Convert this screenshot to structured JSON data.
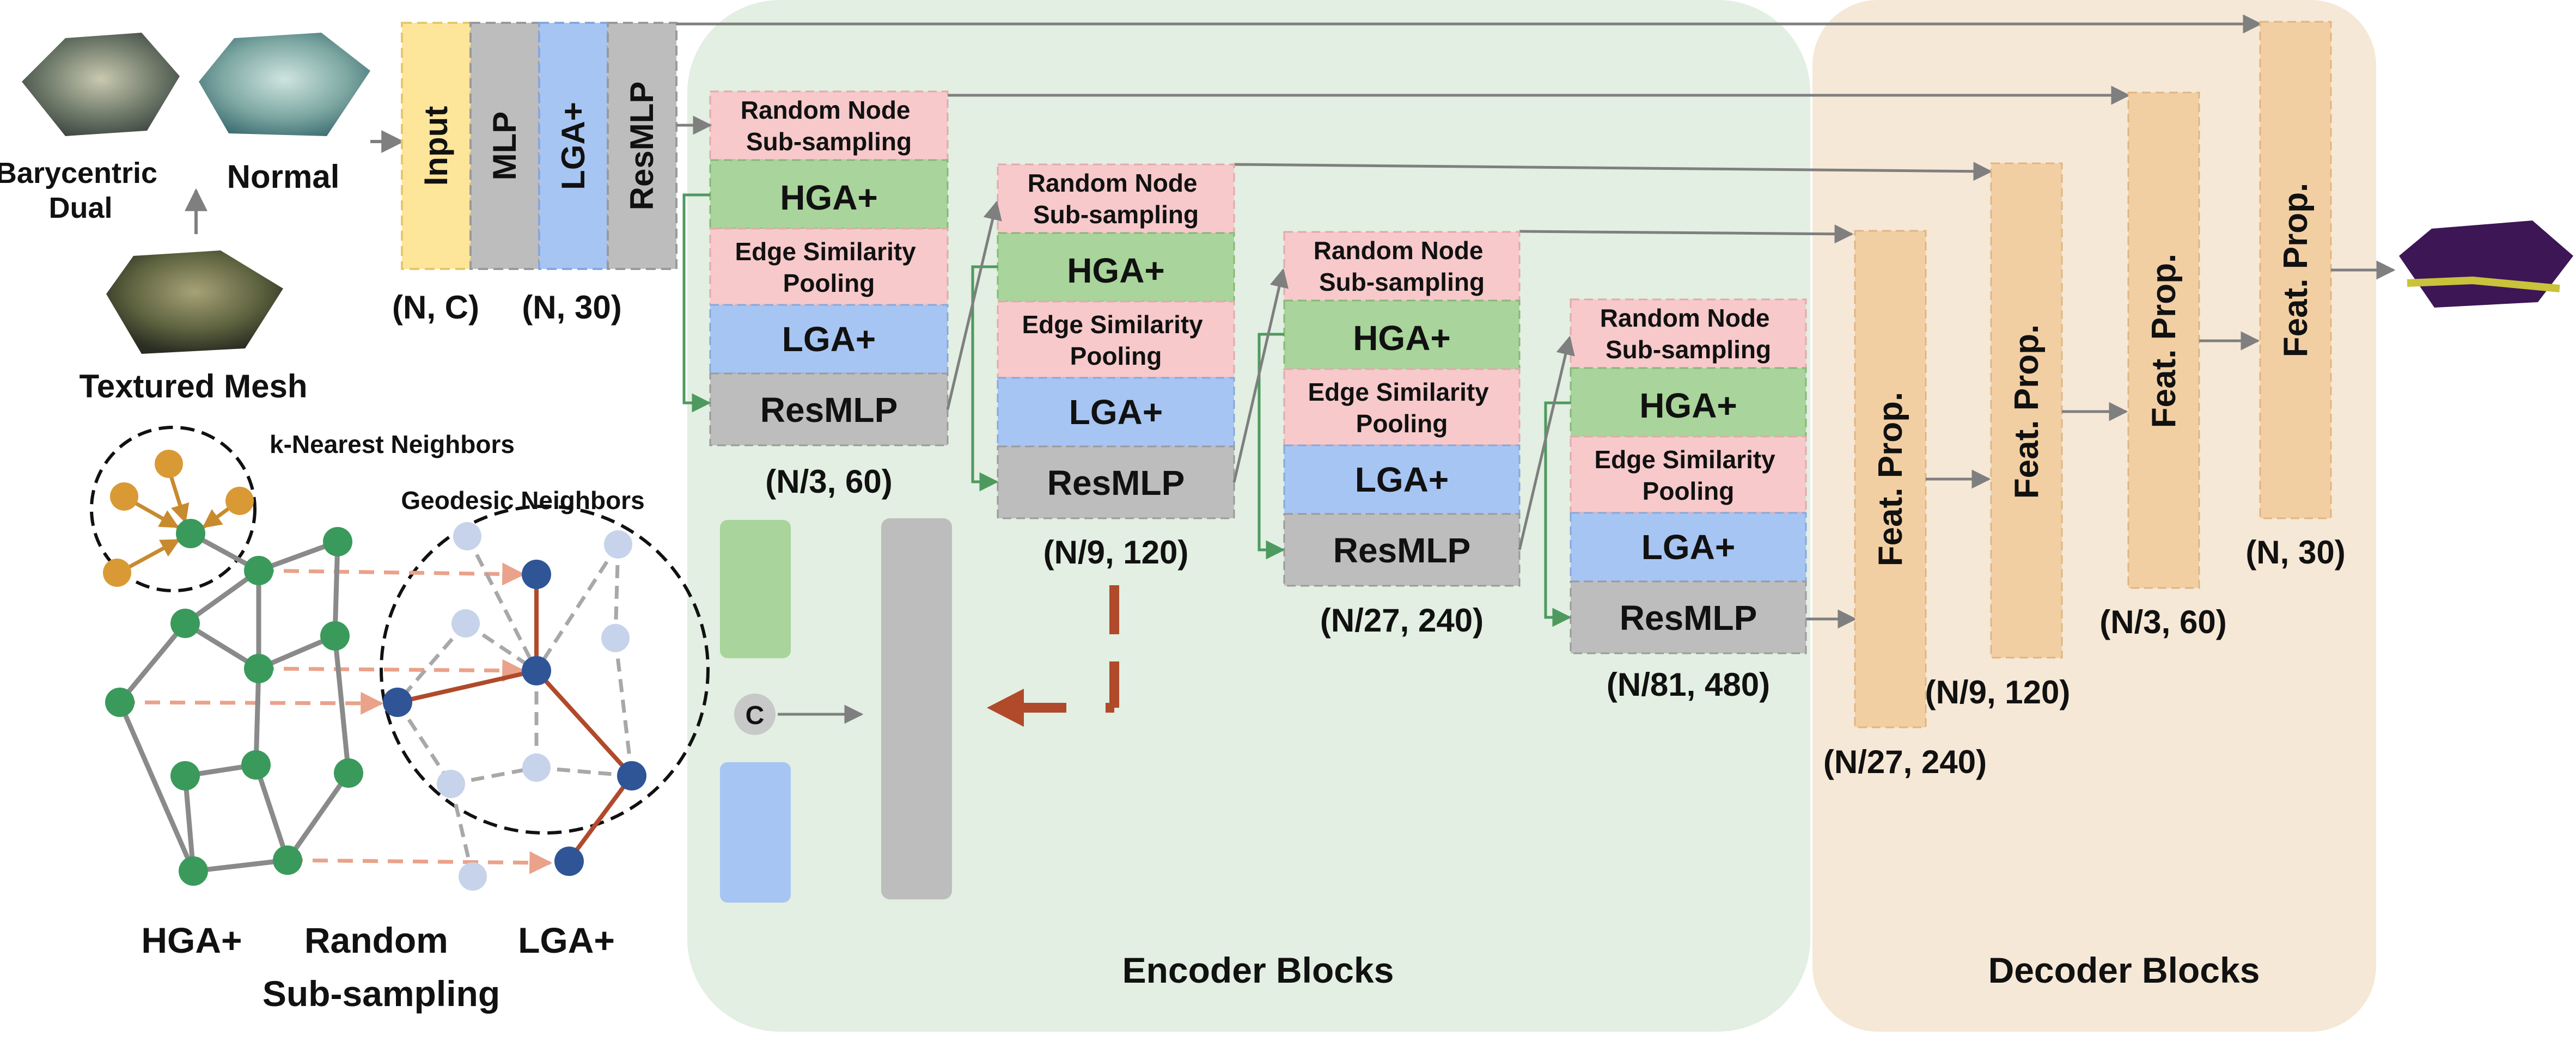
{
  "panels": {
    "encoder_label": "Encoder Blocks",
    "decoder_label": "Decoder Blocks"
  },
  "inputs": {
    "barycentric_dual": [
      "Barycentric",
      "Dual"
    ],
    "normal": "Normal",
    "textured_mesh": "Textured Mesh"
  },
  "stem": {
    "input": "Input",
    "mlp": "MLP",
    "lga": "LGA+",
    "resmlp": "ResMLP",
    "shape_input": "(N, C)",
    "shape_out": "(N, 30)"
  },
  "block_labels": {
    "random_node": [
      "Random Node",
      "Sub-sampling"
    ],
    "hga": "HGA+",
    "edge_pool": [
      "Edge Similarity",
      "Pooling"
    ],
    "lga": "LGA+",
    "resmlp": "ResMLP"
  },
  "encoder_shapes": [
    "(N/3, 60)",
    "(N/9, 120)",
    "(N/27, 240)",
    "(N/81, 480)"
  ],
  "decoder": {
    "feat_prop": "Feat. Prop.",
    "shapes": [
      "(N/27, 240)",
      "(N/9, 120)",
      "(N/3, 60)",
      "(N, 30)"
    ]
  },
  "concat_symbol": "C",
  "graph_legend": {
    "knn": "k-Nearest Neighbors",
    "geodesic": "Geodesic Neighbors",
    "hga": "HGA+",
    "random": [
      "Random",
      "Sub-sampling"
    ],
    "lga": "LGA+"
  },
  "colors": {
    "encoder_bg": "#e2efe2",
    "decoder_bg": "#f6e8d6",
    "input": "#fde59a",
    "gray": "#bdbdbd",
    "pink": "#f7c9cb",
    "green": "#a9d49b",
    "blue": "#a7c5f2",
    "feat": "#f2cfa3",
    "knn": "#d99a36",
    "geo": "#2f5597",
    "graph_green": "#3a9a5b",
    "red": "#b04a2a"
  }
}
